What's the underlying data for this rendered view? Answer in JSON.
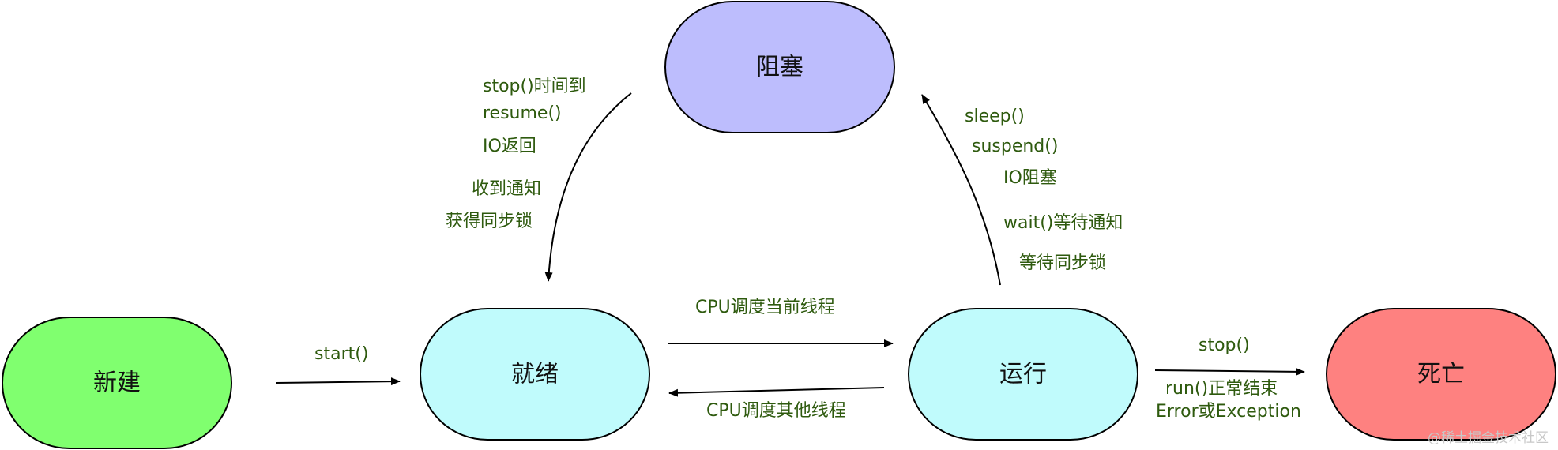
{
  "states": {
    "new": {
      "label": "新建",
      "color": "#80ff6f"
    },
    "ready": {
      "label": "就绪",
      "color": "#c0fbfc"
    },
    "blocked": {
      "label": "阻塞",
      "color": "#bdbdfd"
    },
    "running": {
      "label": "运行",
      "color": "#c0fbfc"
    },
    "dead": {
      "label": "死亡",
      "color": "#fe8180"
    }
  },
  "edges": {
    "new_to_ready": {
      "labels": [
        "start()"
      ]
    },
    "ready_to_running": {
      "labels": [
        "CPU调度当前线程"
      ]
    },
    "running_to_ready": {
      "labels": [
        "CPU调度其他线程"
      ]
    },
    "running_to_blocked": {
      "labels": [
        "sleep()",
        "suspend()",
        "IO阻塞",
        "wait()等待通知",
        "等待同步锁"
      ]
    },
    "blocked_to_ready": {
      "labels": [
        "stop()时间到",
        "resume()",
        "IO返回",
        "收到通知",
        "获得同步锁"
      ]
    },
    "running_to_dead": {
      "labels": [
        "stop()",
        "run()正常结束",
        "Error或Exception"
      ]
    }
  },
  "colors": {
    "label_text": "#2e5a0e",
    "stroke": "#000000"
  },
  "watermark": "@稀土掘金技术社区"
}
